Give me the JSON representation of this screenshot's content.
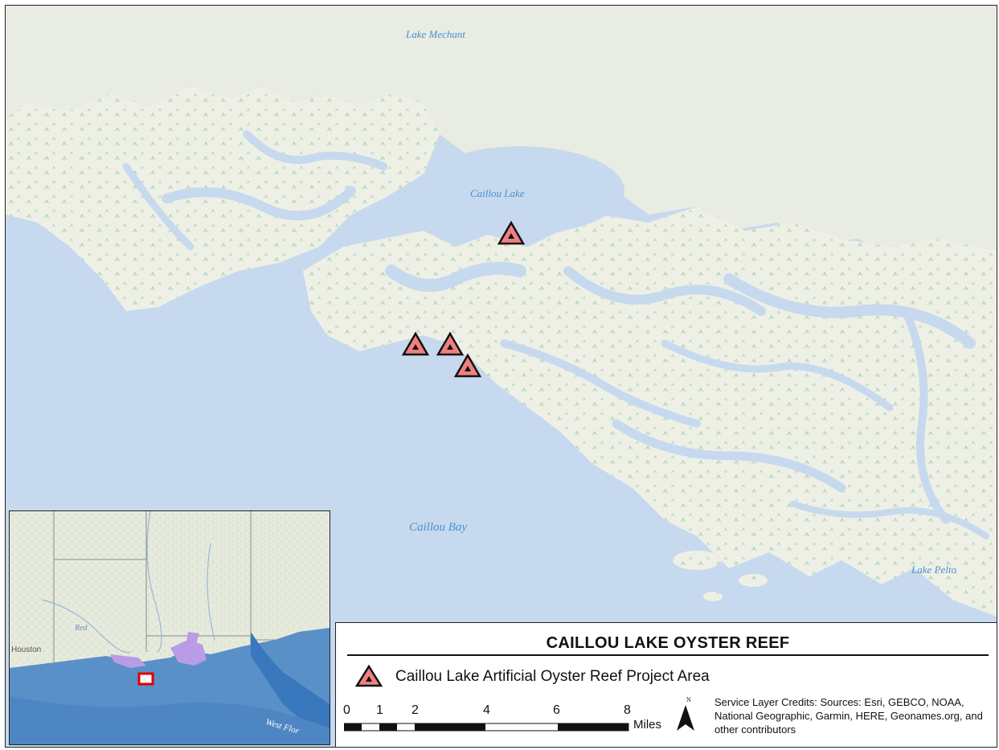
{
  "map": {
    "water_labels": [
      {
        "id": "lake-mechant",
        "text": "Lake Mechant"
      },
      {
        "id": "caillou-lake",
        "text": "Caillou Lake"
      },
      {
        "id": "caillou-bay",
        "text": "Caillou Bay"
      },
      {
        "id": "lake-pelto",
        "text": "Lake Pelto"
      }
    ],
    "reef_sites_count": 4,
    "colors": {
      "water": "#c7d9ee",
      "land": "#e9ece2",
      "marsh": "#eef0e6",
      "marsh_symbol": "#9cc9a8",
      "reef_fill": "#f08080",
      "reef_outline": "#111111"
    }
  },
  "inset": {
    "city_label": "Houston",
    "river_label": "Red",
    "gulf_label": "West Flor",
    "colors": {
      "land": "#e6eadc",
      "gulf": "#5a90c8",
      "highlight": "#e00000",
      "project_areas": "#b99be6"
    }
  },
  "legend": {
    "title": "CAILLOU LAKE OYSTER REEF",
    "item_label": "Caillou Lake Artificial Oyster Reef Project Area",
    "scale_ticks": [
      "0",
      "1",
      "2",
      "4",
      "6",
      "8"
    ],
    "scale_units": "Miles",
    "north_label": "N",
    "credits": "Service Layer Credits: Sources: Esri, GEBCO, NOAA, National Geographic, Garmin, HERE, Geonames.org, and other contributors"
  }
}
